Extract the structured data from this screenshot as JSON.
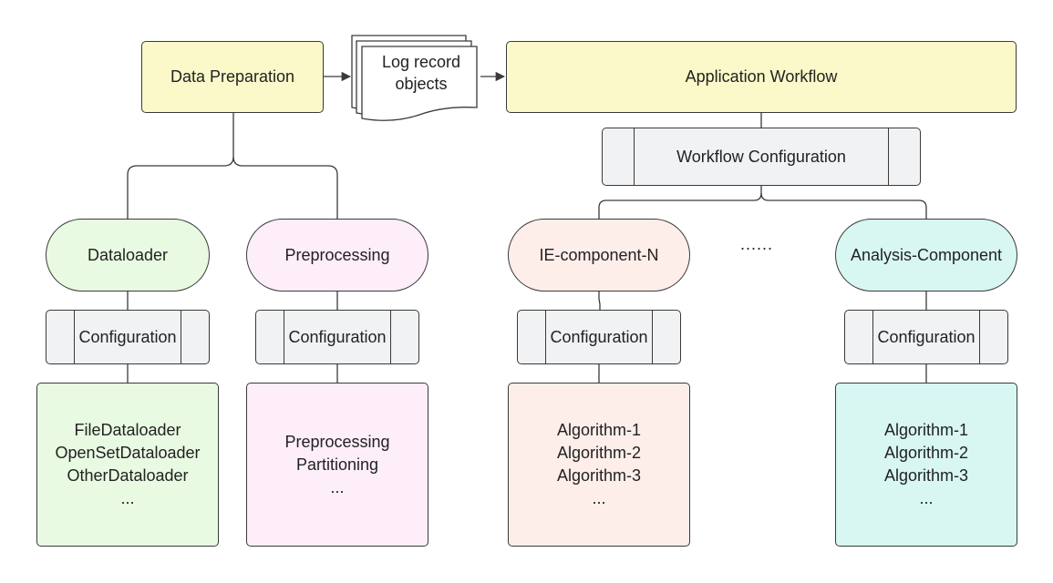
{
  "top": {
    "data_preparation": "Data Preparation",
    "log_records": [
      "Log record",
      "objects"
    ],
    "application_workflow": "Application Workflow",
    "workflow_configuration": "Workflow Configuration"
  },
  "ellipsis": "......",
  "columns": [
    {
      "component": "Dataloader",
      "configuration": "Configuration",
      "items": [
        "FileDataloader",
        "OpenSetDataloader",
        "OtherDataloader",
        "..."
      ]
    },
    {
      "component": "Preprocessing",
      "configuration": "Configuration",
      "items": [
        "Preprocessing",
        "Partitioning",
        "..."
      ]
    },
    {
      "component": "IE-component-N",
      "configuration": "Configuration",
      "items": [
        "Algorithm-1",
        "Algorithm-2",
        "Algorithm-3",
        "..."
      ]
    },
    {
      "component": "Analysis-Component",
      "configuration": "Configuration",
      "items": [
        "Algorithm-1",
        "Algorithm-2",
        "Algorithm-3",
        "..."
      ]
    }
  ],
  "colors": {
    "yellow": "#fbf9c9",
    "green": "#e9fae3",
    "pink": "#fdeefa",
    "salmon": "#fdeeea",
    "teal": "#d8f7f2",
    "grey": "#f1f2f4",
    "line": "#3a3a3a"
  }
}
